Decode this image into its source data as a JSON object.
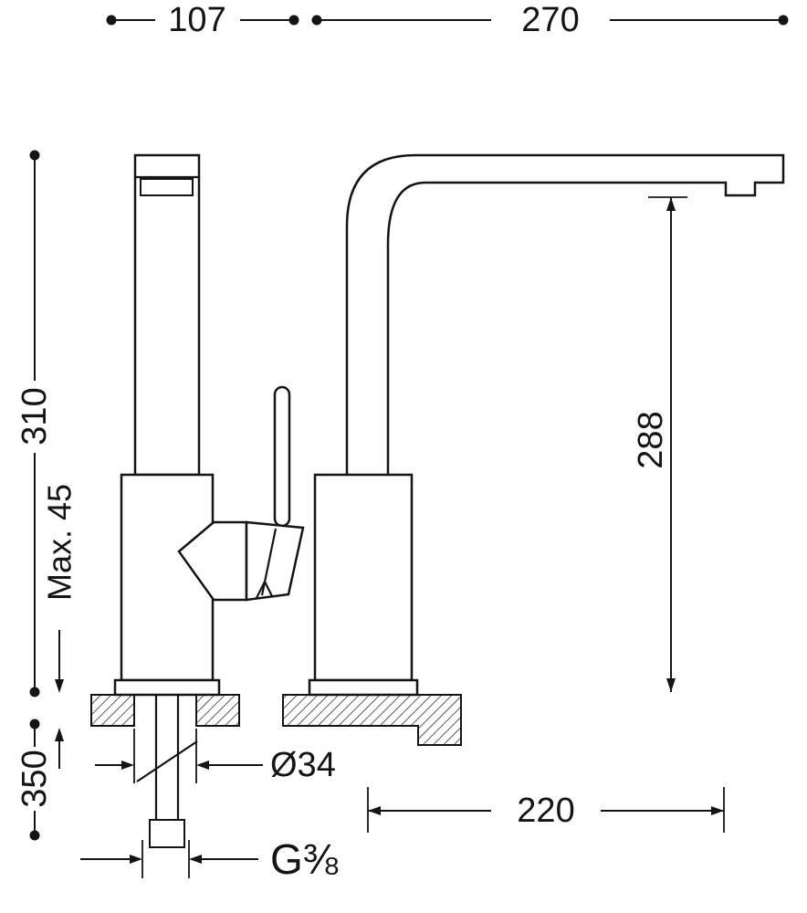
{
  "dimensions": {
    "front_width": "107",
    "side_depth": "270",
    "height_above_deck": "310",
    "max_deck": "Max. 45",
    "spout_clearance": "288",
    "below_deck": "350",
    "hole_diameter": "Ø34",
    "spout_reach": "220",
    "thread": "G⅜"
  }
}
